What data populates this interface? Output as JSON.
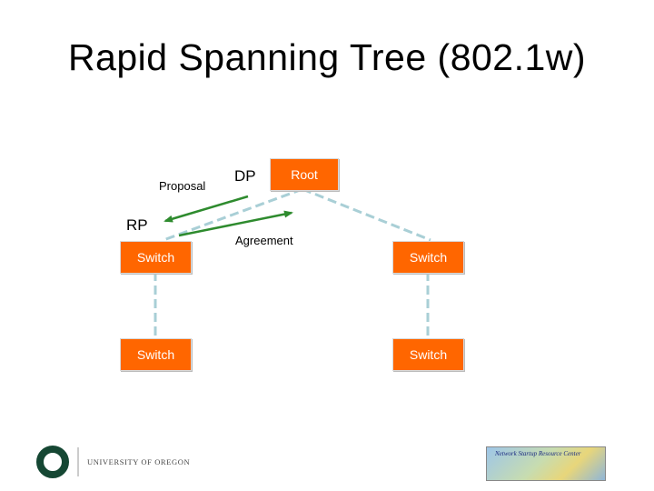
{
  "title": "Rapid Spanning Tree (802.1w)",
  "nodes": {
    "root": "Root",
    "switch_left_top": "Switch",
    "switch_right_top": "Switch",
    "switch_left_bottom": "Switch",
    "switch_right_bottom": "Switch"
  },
  "labels": {
    "proposal": "Proposal",
    "agreement": "Agreement",
    "dp": "DP",
    "rp": "RP"
  },
  "footer": {
    "university": "UNIVERSITY OF OREGON",
    "nsrc_caption": "Network Startup Resource Center"
  },
  "colors": {
    "switch_fill": "#ff6600",
    "arrow": "#2e8b2e",
    "link": "#a9cfd6"
  }
}
